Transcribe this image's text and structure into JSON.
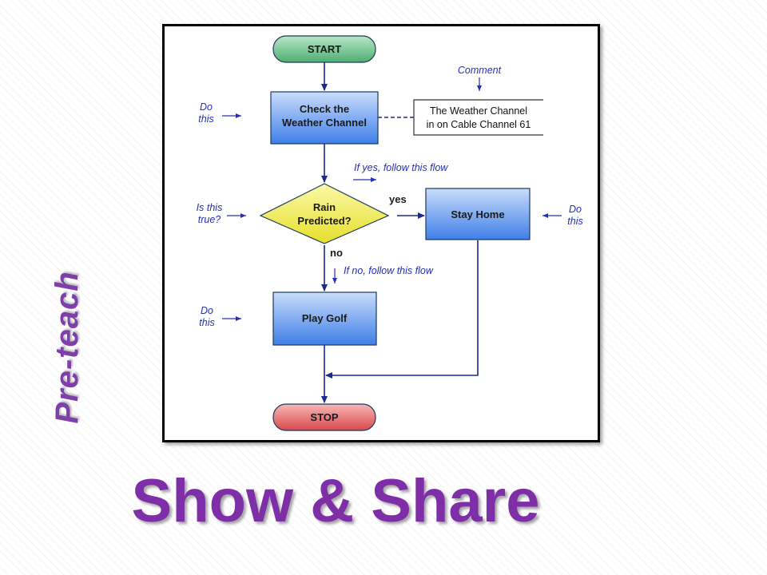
{
  "slide": {
    "title": "Show & Share",
    "side_label": "Pre-teach"
  },
  "flowchart": {
    "nodes": {
      "start": "START",
      "check_line1": "Check the",
      "check_line2": "Weather Channel",
      "decision_line1": "Rain",
      "decision_line2": "Predicted?",
      "stay_home": "Stay Home",
      "play_golf": "Play Golf",
      "stop": "STOP"
    },
    "comment": {
      "label": "Comment",
      "line1": "The Weather Channel",
      "line2": "in on Cable Channel 61"
    },
    "edges": {
      "yes": "yes",
      "no": "no",
      "yes_flow": "If yes, follow this flow",
      "no_flow": "If no, follow this flow"
    },
    "annotations": {
      "do_this_1_l1": "Do",
      "do_this_1_l2": "this",
      "is_this_l1": "Is this",
      "is_this_l2": "true?",
      "do_this_2_l1": "Do",
      "do_this_2_l2": "this",
      "do_this_3_l1": "Do",
      "do_this_3_l2": "this"
    },
    "colors": {
      "start_fill": "#6cc08c",
      "stop_fill": "#e8676a",
      "process_fill": "#5c95ee",
      "decision_fill": "#f2ee4a",
      "connector": "#1a2a8a",
      "annotation": "#2430b8"
    }
  }
}
